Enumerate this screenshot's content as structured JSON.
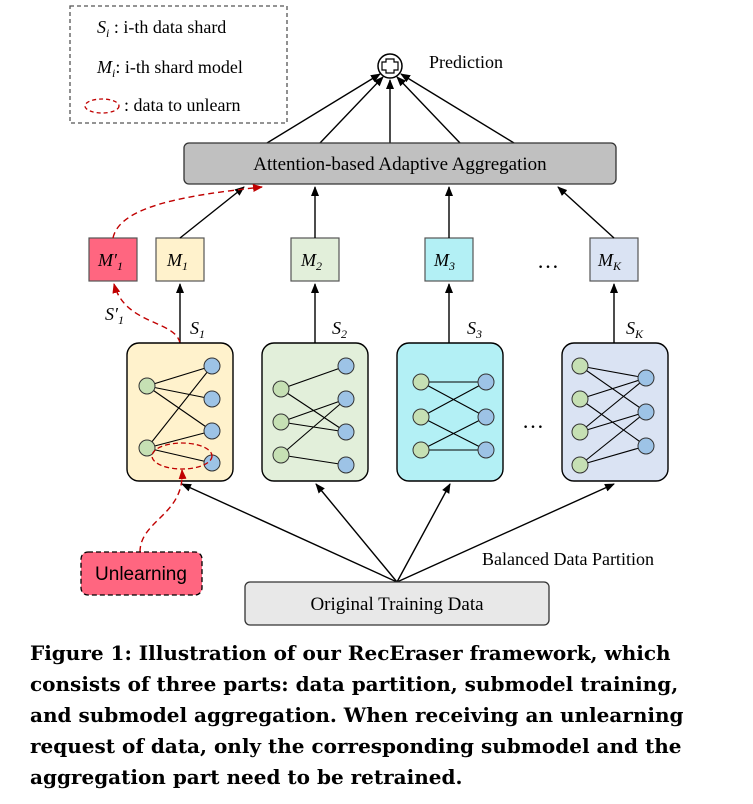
{
  "legend": {
    "shard": {
      "sym": "S",
      "sub": "i",
      "text": " : i-th data shard"
    },
    "model": {
      "sym": "M",
      "sub": "i",
      "text": ": i-th shard model"
    },
    "unlearn": {
      "text": ": data to unlearn"
    }
  },
  "prediction": {
    "label": "Prediction"
  },
  "aggregation": {
    "label": "Attention-based Adaptive Aggregation"
  },
  "models": {
    "m1prime": {
      "sym": "M",
      "sub": "1",
      "prime": "′"
    },
    "m1": {
      "sym": "M",
      "sub": "1"
    },
    "m2": {
      "sym": "M",
      "sub": "2"
    },
    "m3": {
      "sym": "M",
      "sub": "3"
    },
    "mk": {
      "sym": "M",
      "sub": "K"
    }
  },
  "shards": {
    "s1prime": {
      "sym": "S",
      "sub": "1",
      "prime": "′"
    },
    "s1": {
      "sym": "S",
      "sub": "1"
    },
    "s2": {
      "sym": "S",
      "sub": "2"
    },
    "s3": {
      "sym": "S",
      "sub": "3"
    },
    "sk": {
      "sym": "S",
      "sub": "K"
    }
  },
  "ellipsis": "…",
  "unlearning": {
    "label": "Unlearning"
  },
  "partition": {
    "label": "Balanced Data Partition"
  },
  "training_data": {
    "label": "Original Training Data"
  },
  "caption": {
    "lines": [
      "Figure 1: Illustration of our RecEraser framework, which",
      "consists of three parts: data partition, submodel training,",
      "and submodel aggregation. When receiving an unlearning",
      "request of data, only the corresponding submodel and the",
      "aggregation part need to be retrained."
    ]
  },
  "colors": {
    "shard1_fill": "#fff2cc",
    "shard2_fill": "#e2efda",
    "shard3_fill": "#b3f0f5",
    "shardk_fill": "#dae3f3",
    "green_node": "#c6e0b4",
    "blue_node": "#9dc3e6",
    "unlearn_red": "#ff6680",
    "dash_red": "#c00000",
    "agg_gray": "#c0c0c0"
  }
}
